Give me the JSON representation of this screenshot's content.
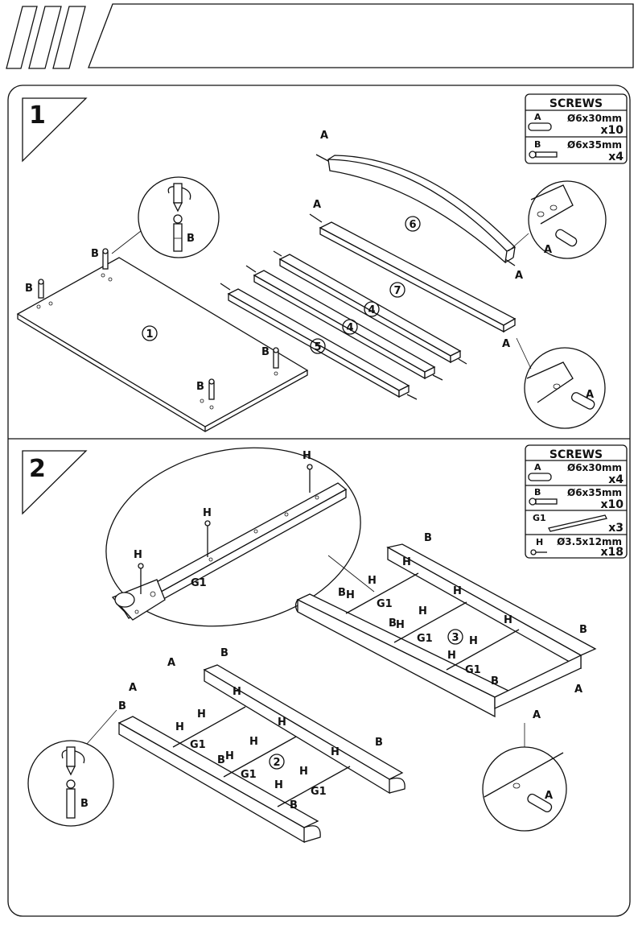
{
  "step1": {
    "number": "1",
    "screws_table": {
      "title": "SCREWS",
      "rows": [
        {
          "key": "A",
          "dim": "Ø6x30mm",
          "qty": "x10"
        },
        {
          "key": "B",
          "dim": "Ø6x35mm",
          "qty": "x4"
        }
      ]
    },
    "parts": {
      "p1": "1",
      "p4a": "4",
      "p4b": "4",
      "p5": "5",
      "p6": "6",
      "p7": "7"
    },
    "labels": {
      "a": "A",
      "b": "B"
    }
  },
  "step2": {
    "number": "2",
    "screws_table": {
      "title": "SCREWS",
      "rows": [
        {
          "key": "A",
          "dim": "Ø6x30mm",
          "qty": "x4"
        },
        {
          "key": "B",
          "dim": "Ø6x35mm",
          "qty": "x10"
        },
        {
          "key": "G1",
          "dim": "",
          "qty": "x3"
        },
        {
          "key": "H",
          "dim": "Ø3.5x12mm",
          "qty": "x18"
        }
      ]
    },
    "parts": {
      "p2": "2",
      "p3": "3"
    },
    "labels": {
      "a": "A",
      "b": "B",
      "h": "H",
      "g1": "G1"
    }
  },
  "colors": {
    "line": "#111111",
    "background": "#ffffff"
  }
}
